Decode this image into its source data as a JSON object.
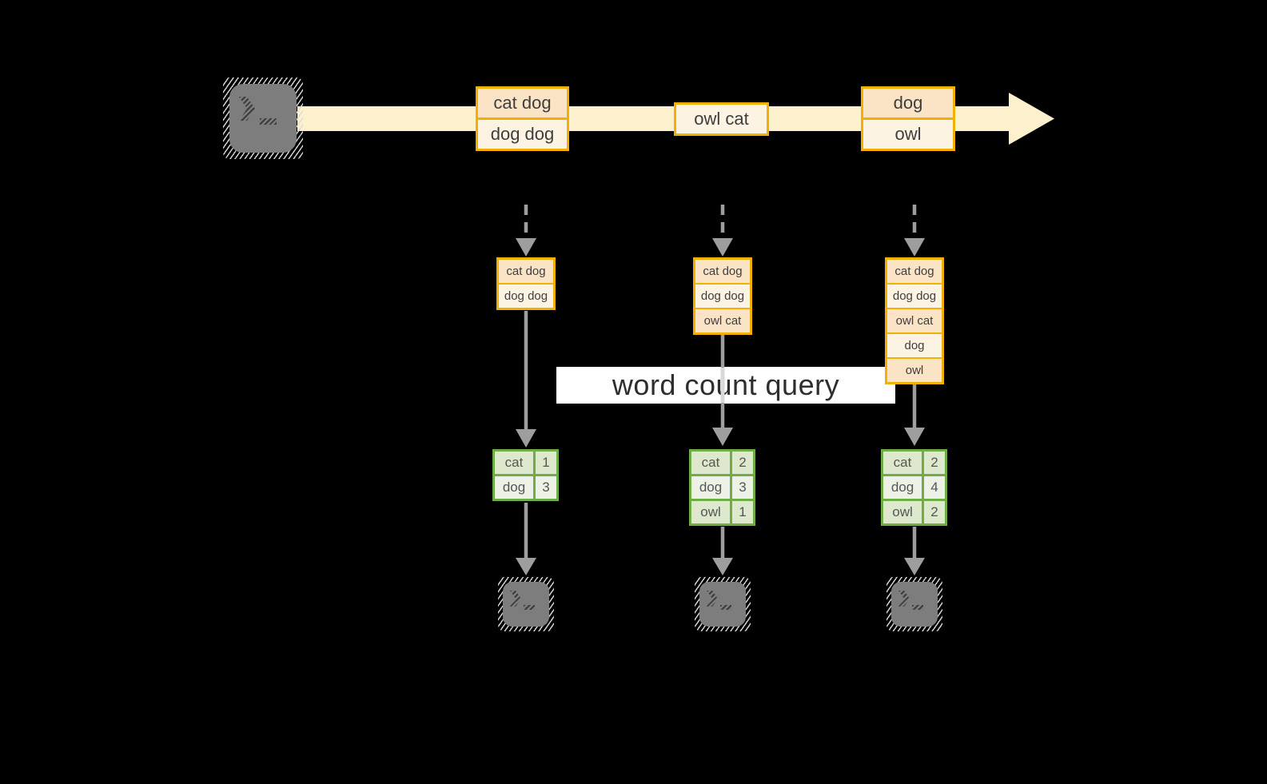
{
  "banner": {
    "label": "word count query"
  },
  "stream": {
    "events": [
      {
        "lines": [
          "cat dog",
          "dog dog"
        ]
      },
      {
        "lines": [
          "owl cat"
        ]
      },
      {
        "lines": [
          "dog",
          "owl"
        ]
      }
    ]
  },
  "columns": [
    {
      "buffer": [
        "cat dog",
        "dog dog"
      ],
      "counts": [
        [
          "cat",
          "1"
        ],
        [
          "dog",
          "3"
        ]
      ]
    },
    {
      "buffer": [
        "cat dog",
        "dog dog",
        "owl cat"
      ],
      "counts": [
        [
          "cat",
          "2"
        ],
        [
          "dog",
          "3"
        ],
        [
          "owl",
          "1"
        ]
      ]
    },
    {
      "buffer": [
        "cat dog",
        "dog dog",
        "owl cat",
        "dog",
        "owl"
      ],
      "counts": [
        [
          "cat",
          "2"
        ],
        [
          "dog",
          "4"
        ],
        [
          "owl",
          "2"
        ]
      ]
    }
  ],
  "icons": {
    "source": "terminal-prompt-icon",
    "sinks": [
      "terminal-prompt-icon",
      "terminal-prompt-icon",
      "terminal-prompt-icon"
    ]
  },
  "colors": {
    "background": "#000000",
    "stream_band": "#fdf1cd",
    "event_border": "#f1b003",
    "event_fill_dark": "#fbe3c6",
    "event_fill_light": "#fdf3e3",
    "table_border": "#6fad47",
    "table_fill_dark": "#dde8cc",
    "table_fill_light": "#eef2e6",
    "table_text": "#565656",
    "arrow": "#9e9e9e",
    "arrow_light": "#d9d9d9",
    "banner_bg": "#ffffff",
    "banner_text": "#2e2e2e",
    "text_dark": "#3e3e3e",
    "terminal_fill": "#7d7d7d",
    "terminal_glyph": "#3c3c3c"
  }
}
